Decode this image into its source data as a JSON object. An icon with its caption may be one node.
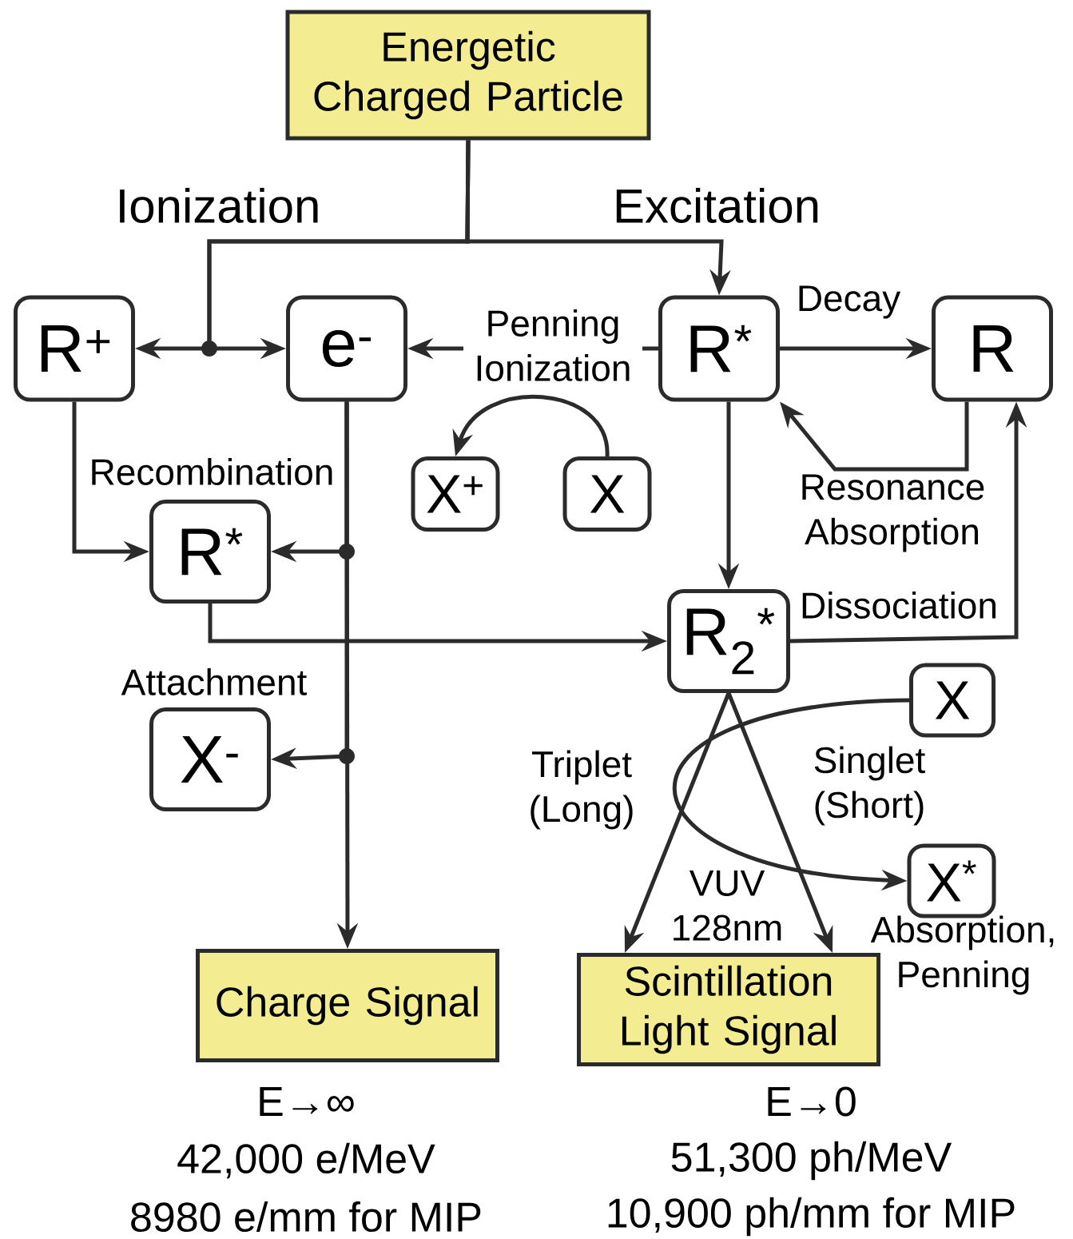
{
  "diagram": {
    "nodes": [
      {
        "text": [
          "Energetic Charged Particle"
        ]
      },
      {
        "text": [
          "R$^{+}$"
        ]
      },
      {
        "text": [
          "e$^{-}$"
        ]
      },
      {
        "text": [
          "R$^{*}$"
        ]
      },
      {
        "text": [
          "R"
        ]
      },
      {
        "text": [
          "X$^{+}$"
        ]
      },
      {
        "text": [
          "X"
        ]
      },
      {
        "text": [
          "R$^{*}$"
        ]
      },
      {
        "text": [
          "R$_{2}$$^{*}$"
        ]
      },
      {
        "text": [
          "X$^{-}$"
        ]
      },
      {
        "text": [
          "X"
        ]
      },
      {
        "text": [
          "X$^{*}$"
        ],
        "beside": [
          "Absorption, Penning"
        ]
      },
      {
        "text": [
          "Charge Signal"
        ],
        "beside": [
          "E→∞",
          "42,000 e/MeV",
          "8980 e/mm for MIP"
        ]
      },
      {
        "text": [
          "Scintillation Light Signal"
        ],
        "beside": [
          "E→0",
          "51,300 ph/MeV",
          "10,900 ph/mm for MIP"
        ]
      }
    ],
    "edges": [
      {
        "from": 0,
        "to": 1,
        "arrow": "to",
        "label": "Ionization"
      },
      {
        "from": 0,
        "to": 2,
        "arrow": "to"
      },
      {
        "from": 0,
        "to": 3,
        "arrow": "to",
        "label": "Excitation"
      },
      {
        "from": 3,
        "to": 2,
        "arrow": "to",
        "label": "Penning Ionization"
      },
      {
        "from": 3,
        "to": 4,
        "arrow": "to",
        "label": "Decay"
      },
      {
        "from": 4,
        "to": 3,
        "arrow": "to",
        "label": "Resonance Absorption"
      },
      {
        "from": 3,
        "to": 8,
        "arrow": "to"
      },
      {
        "from": 8,
        "to": 4,
        "arrow": "to",
        "label": "Dissociation"
      },
      {
        "from": 1,
        "to": 7,
        "arrow": "to",
        "label": "Recombination"
      },
      {
        "from": 2,
        "to": 7,
        "arrow": "to"
      },
      {
        "from": 7,
        "to": 8,
        "arrow": "to"
      },
      {
        "from": 2,
        "to": 9,
        "arrow": "to",
        "label": "Attachment"
      },
      {
        "from": 2,
        "to": 12,
        "arrow": "to"
      },
      {
        "from": 6,
        "to": 5,
        "arrow": "to"
      },
      {
        "from": 8,
        "to": 13,
        "arrow": "to",
        "label": "Triplet (Long)"
      },
      {
        "from": 8,
        "to": 13,
        "arrow": "to",
        "label": "Singlet (Short)"
      },
      {
        "from": 10,
        "to": 11,
        "arrow": "to"
      }
    ],
    "labels": [
      "VUV 128nm"
    ]
  }
}
